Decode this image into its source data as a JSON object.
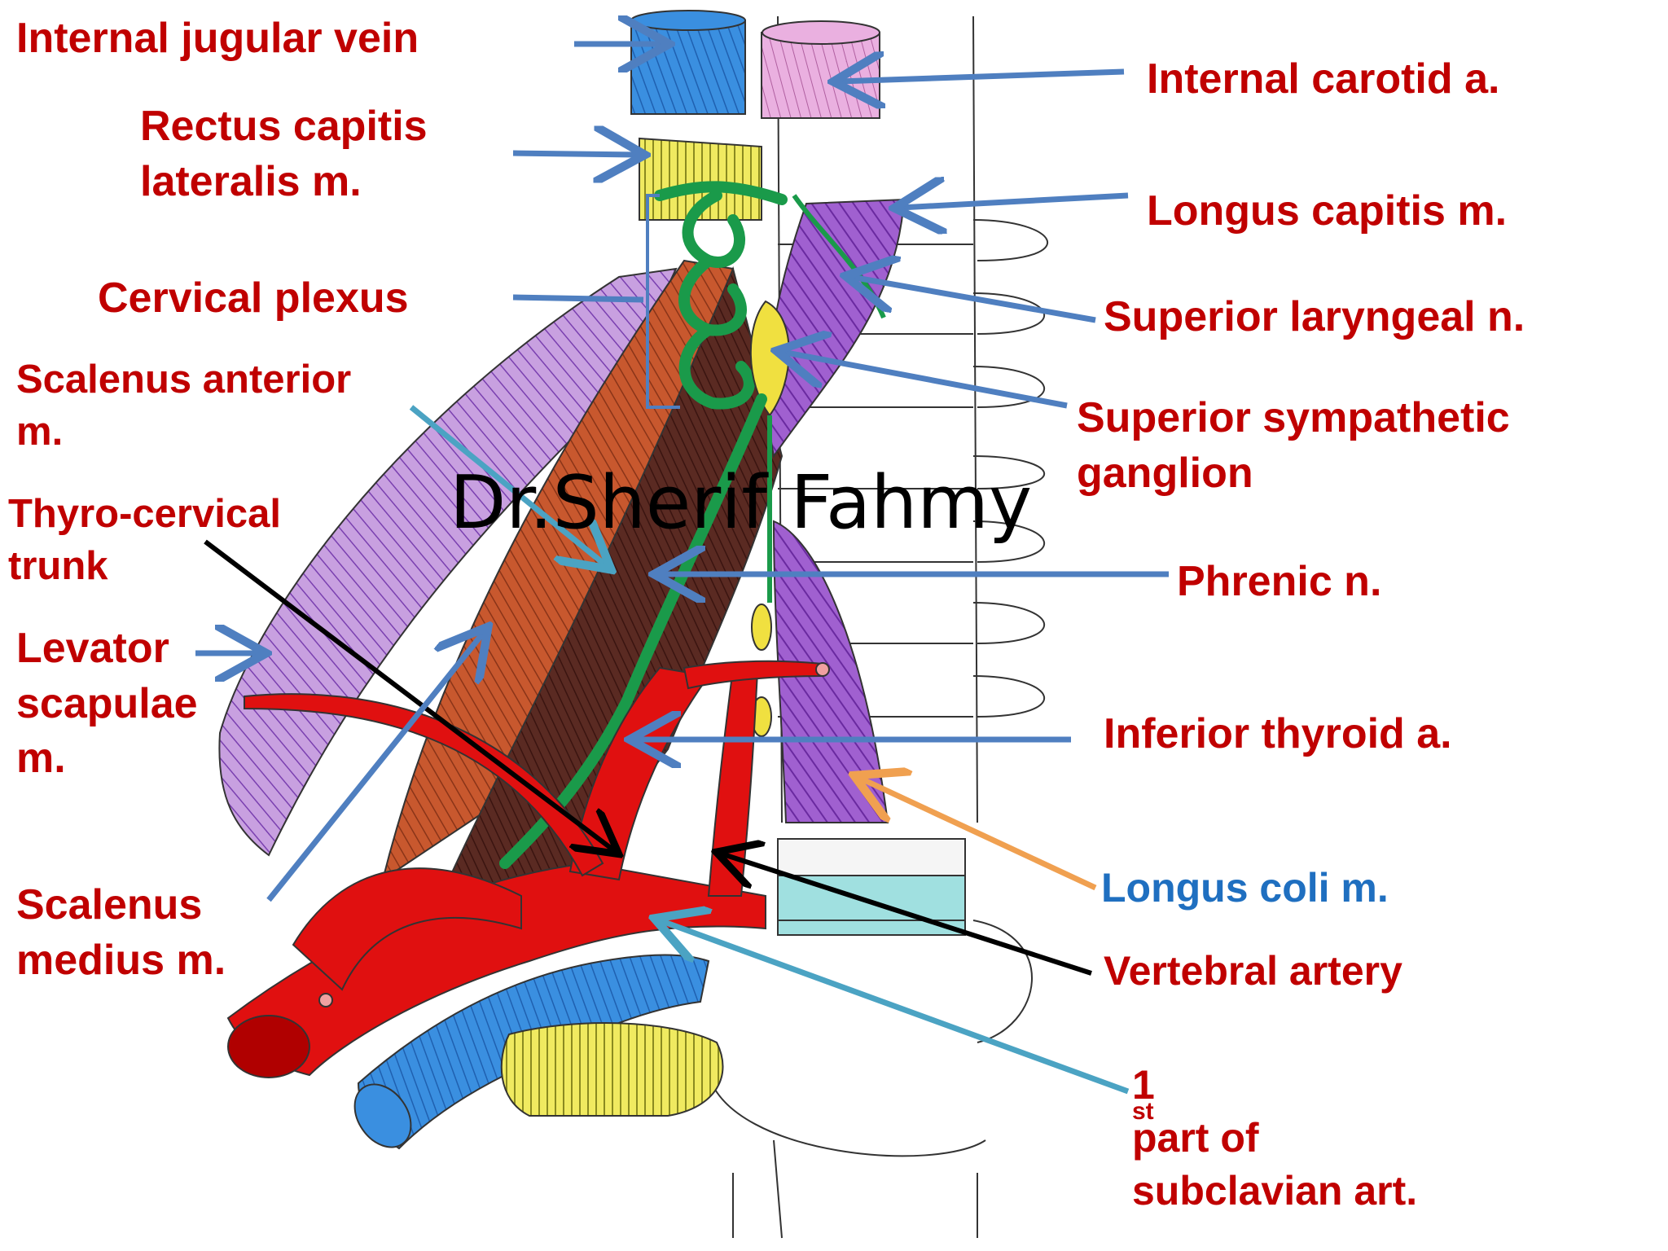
{
  "watermark": "Dr.Sherif Fahmy",
  "labels": {
    "internal_jugular_vein": "Internal jugular vein",
    "rectus_capitis_1": "Rectus capitis",
    "rectus_capitis_2": "lateralis m.",
    "cervical_plexus": "Cervical plexus",
    "scalenus_anterior_1": "Scalenus anterior",
    "scalenus_anterior_2": "m.",
    "thyro_cervical_1": "Thyro-cervical",
    "thyro_cervical_2": "trunk",
    "levator_1": "Levator",
    "levator_2": "scapulae",
    "levator_3": "m.",
    "scalenus_medius_1": "Scalenus",
    "scalenus_medius_2": "medius m.",
    "internal_carotid": "Internal carotid a.",
    "longus_capitis": "Longus capitis m.",
    "superior_laryngeal": "Superior laryngeal n.",
    "sup_sympathetic_1": "Superior sympathetic",
    "sup_sympathetic_2": "ganglion",
    "phrenic": "Phrenic n.",
    "inferior_thyroid": "Inferior thyroid a.",
    "longus_coli": "Longus coli m.",
    "vertebral_artery": "Vertebral artery",
    "subclavian_num": "1",
    "subclavian_sup": "st",
    "subclavian_1": " part of",
    "subclavian_2": "subclavian art."
  },
  "colors": {
    "label_red": "#c00000",
    "label_blue": "#1f6fc0",
    "arrow_blue": "#4f7fc0",
    "arrow_teal": "#4ba3c3",
    "arrow_orange": "#f0a050",
    "arrow_black": "#000000",
    "vein_blue": "#3a8fe0",
    "artery_red": "#e01010",
    "carotid_pink": "#e8a0d8",
    "muscle_purple": "#8a40c0",
    "muscle_brown": "#7a3a2a",
    "scalene_orange": "#c8582e",
    "nerve_green": "#1a9a4a",
    "ganglion_yellow": "#f0e040"
  }
}
